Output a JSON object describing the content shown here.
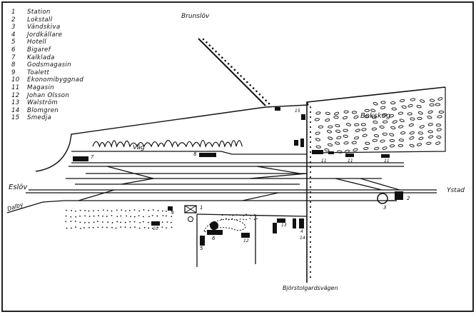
{
  "legend": [
    {
      "num": "1",
      "name": "Station"
    },
    {
      "num": "2",
      "name": "Lokstall"
    },
    {
      "num": "3",
      "name": "Vändskiva"
    },
    {
      "num": "4",
      "name": "Jordkällare"
    },
    {
      "num": "5",
      "name": "Hotell"
    },
    {
      "num": "6",
      "name": "Bigaref"
    },
    {
      "num": "7",
      "name": "Kalklada"
    },
    {
      "num": "8",
      "name": "Godsmagasin"
    },
    {
      "num": "9",
      "name": "Toalett"
    },
    {
      "num": "10",
      "name": "Ekonomibyggnad"
    },
    {
      "num": "11",
      "name": "Magasin"
    },
    {
      "num": "12",
      "name": "Johan Olsson"
    },
    {
      "num": "13",
      "name": "Walström"
    },
    {
      "num": "14",
      "name": "Blomgren"
    },
    {
      "num": "15",
      "name": "Smedja"
    }
  ],
  "places": {
    "brunslov": "Brunslöv",
    "bokskog": "Bokskog",
    "vag": "Väg",
    "eslov": "Eslöv",
    "ystad": "Ystad",
    "dalby": "Dalby",
    "bjorstorp_road": "Björstolgardsvägen"
  },
  "map_numbers": {
    "n1": "1",
    "n2": "2",
    "n3": "3",
    "n4": "4",
    "n5": "5",
    "n6": "6",
    "n7": "7",
    "n8": "8",
    "n9": "9",
    "n10": "10",
    "n11a": "11",
    "n11b": "11",
    "n11c": "11",
    "n12": "12",
    "n13": "13",
    "n14": "14",
    "n15": "15"
  },
  "colors": {
    "ink": "#111111",
    "paper": "#ffffff",
    "border": "#222222"
  }
}
